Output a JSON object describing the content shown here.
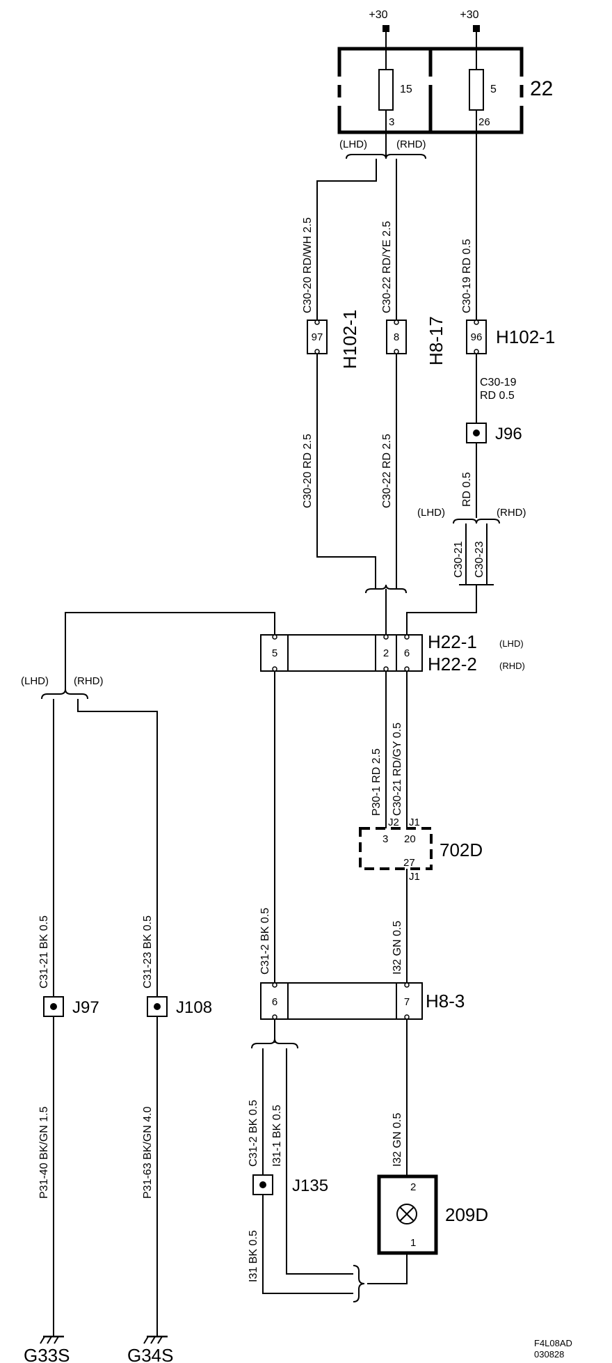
{
  "supply": {
    "left": "+30",
    "right": "+30"
  },
  "fuse_box": {
    "id": "22",
    "fuse_left": "15",
    "fuse_right": "5",
    "pin_left": "3",
    "pin_right": "26"
  },
  "split_top": {
    "lhd": "(LHD)",
    "rhd": "(RHD)"
  },
  "wires": {
    "w_c3020_top": "C30-20  RD/WH  2.5",
    "w_c3022_top": "C30-22  RD/YE  2.5",
    "w_c3019_top": "C30-19  RD  0.5",
    "w_c3020_bot": "C30-20  RD  2.5",
    "w_c3022_bot": "C30-22  RD  2.5",
    "w_c3019_mid_1": "C30-19",
    "w_c3019_mid_2": "RD    0.5",
    "w_rd_05": "RD  0.5",
    "w_c3021": "C30-21",
    "w_c3023": "C30-23",
    "w_p301": "P30-1  RD  2.5",
    "w_c3021_b": "C30-21  RD/GY  0.5",
    "w_c3121": "C31-21  BK  0.5",
    "w_c3123": "C31-23  BK  0.5",
    "w_c312": "C31-2   BK  0.5",
    "w_i32_top": "I32   GN  0.5",
    "w_p3140": "P31-40  BK/GN  1.5",
    "w_p3163": "P31-63  BK/GN  4.0",
    "w_c312_b": "C31-2  BK  0.5",
    "w_i311": "I31-1  BK    0.5",
    "w_i32_bot": "I32   GN  0.5",
    "w_i31": "I31  BK  0.5"
  },
  "connectors": {
    "h102_97": {
      "pin": "97"
    },
    "h8_8": {
      "pin": "8"
    },
    "h102_96": {
      "pin": "96"
    },
    "label_h102_a": "H102-1",
    "label_h8_17": "H8-17",
    "label_h102_b": "H102-1"
  },
  "splice_right": {
    "lhd": "(LHD)",
    "rhd": "(RHD)"
  },
  "h22": {
    "pin5": "5",
    "pin2": "2",
    "pin6": "6",
    "label1": "H22-1",
    "tag1": "(LHD)",
    "label2": "H22-2",
    "tag2": "(RHD)"
  },
  "split_left": {
    "lhd": "(LHD)",
    "rhd": "(RHD)"
  },
  "module": {
    "id": "702D",
    "j2": "J2",
    "j1_top": "J1",
    "pin3": "3",
    "pin20": "20",
    "pin27": "27",
    "j1_bot": "J1"
  },
  "junctions": {
    "j96": "J96",
    "j97": "J97",
    "j108": "J108",
    "j135": "J135"
  },
  "h8_3": {
    "pin6": "6",
    "pin7": "7",
    "label": "H8-3"
  },
  "lamp": {
    "id": "209D",
    "pin_top": "2",
    "pin_bot": "1"
  },
  "grounds": {
    "left": "G33S",
    "right": "G34S"
  },
  "footer": {
    "code": "F4L08AD",
    "date": "030828"
  }
}
